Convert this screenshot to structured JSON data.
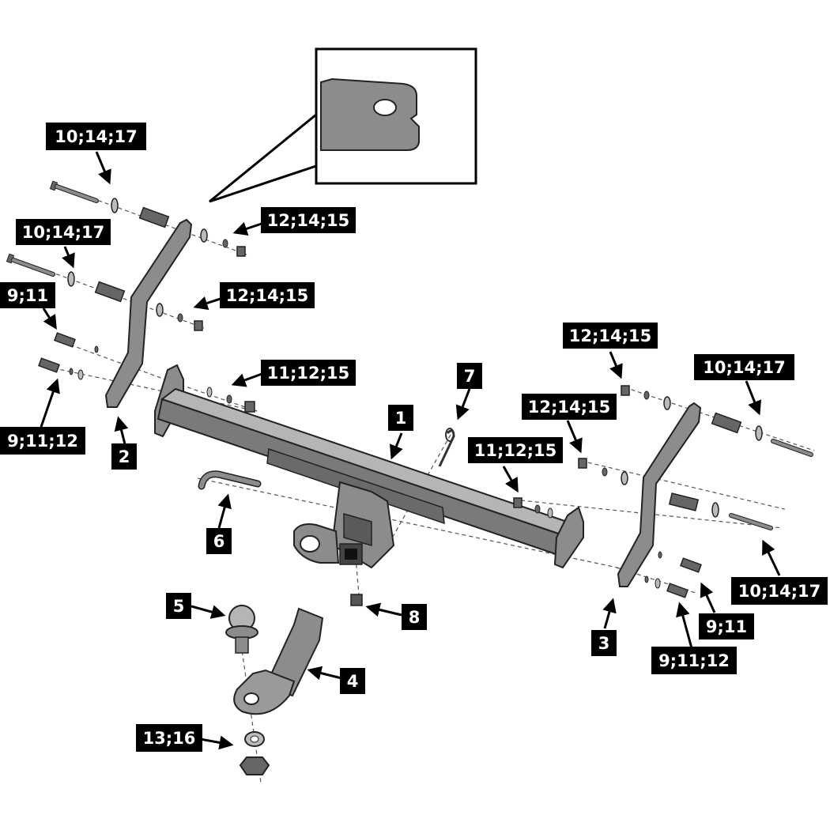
{
  "colors": {
    "part_fill": "#8c8c8c",
    "part_dark": "#4a4a4a",
    "part_light": "#b5b5b5",
    "outline": "#000000",
    "label_bg": "#000000",
    "label_text": "#ffffff",
    "background": "#ffffff"
  },
  "callouts": [
    {
      "id": "c-10-14-17-top-left",
      "text": "10;14;17"
    },
    {
      "id": "c-10-14-17-mid-left",
      "text": "10;14;17"
    },
    {
      "id": "c-12-14-15-top-left",
      "text": "12;14;15"
    },
    {
      "id": "c-12-14-15-mid-left",
      "text": "12;14;15"
    },
    {
      "id": "c-9-11-left",
      "text": "9;11"
    },
    {
      "id": "c-9-11-12-left",
      "text": "9;11;12"
    },
    {
      "id": "c-2",
      "text": "2"
    },
    {
      "id": "c-11-12-15-left",
      "text": "11;12;15"
    },
    {
      "id": "c-1",
      "text": "1"
    },
    {
      "id": "c-7",
      "text": "7"
    },
    {
      "id": "c-6",
      "text": "6"
    },
    {
      "id": "c-5",
      "text": "5"
    },
    {
      "id": "c-8",
      "text": "8"
    },
    {
      "id": "c-4",
      "text": "4"
    },
    {
      "id": "c-13-16",
      "text": "13;16"
    },
    {
      "id": "c-12-14-15-top-right",
      "text": "12;14;15"
    },
    {
      "id": "c-10-14-17-top-right",
      "text": "10;14;17"
    },
    {
      "id": "c-12-14-15-mid-right",
      "text": "12;14;15"
    },
    {
      "id": "c-11-12-15-right",
      "text": "11;12;15"
    },
    {
      "id": "c-10-14-17-bottom-right",
      "text": "10;14;17"
    },
    {
      "id": "c-3",
      "text": "3"
    },
    {
      "id": "c-9-11-right",
      "text": "9;11"
    },
    {
      "id": "c-9-11-12-right",
      "text": "9;11;12"
    }
  ]
}
